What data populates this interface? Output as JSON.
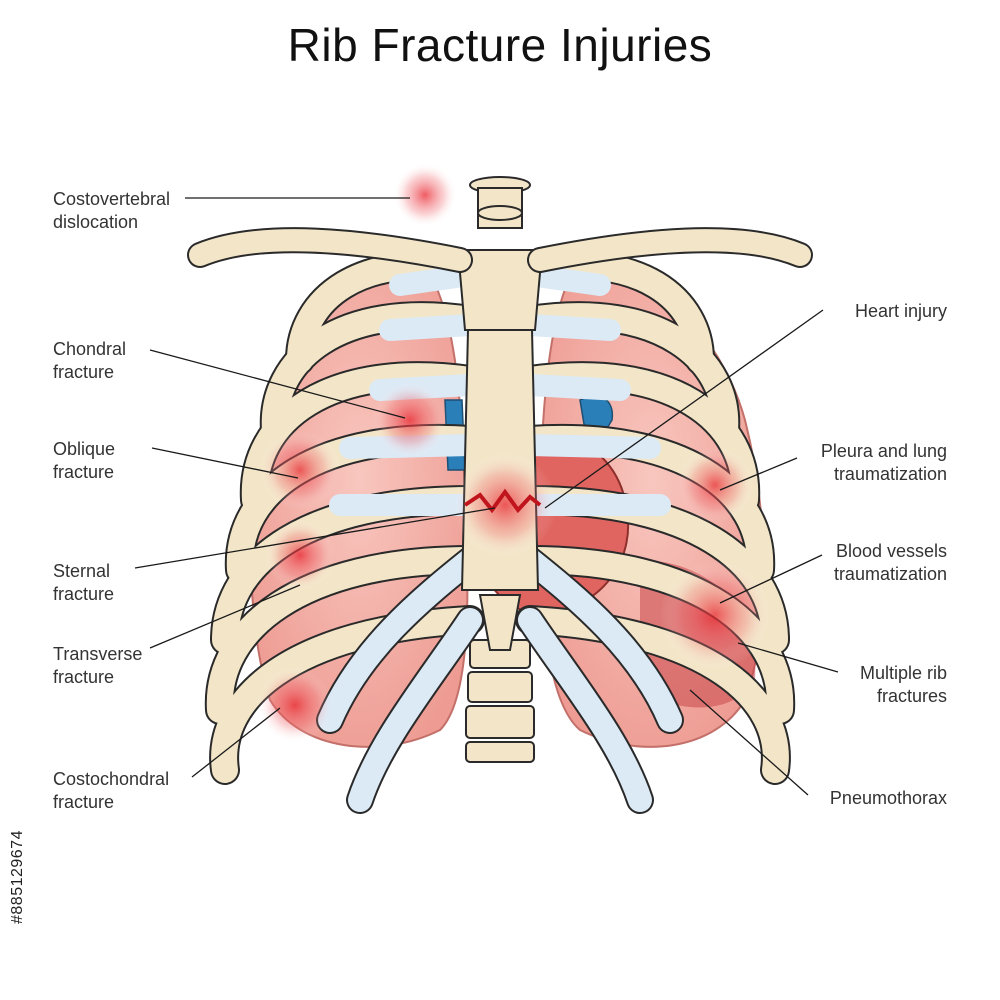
{
  "title": "Rib Fracture Injuries",
  "labels": {
    "costovertebral": "Costovertebral\ndislocation",
    "chondral": "Chondral\nfracture",
    "oblique": "Oblique\nfracture",
    "sternal": "Sternal\nfracture",
    "transverse": "Transverse\nfracture",
    "costochondral": "Costochondral\nfracture",
    "heart": "Heart injury",
    "pleura": "Pleura and lung\ntraumatization",
    "blood": "Blood vessels\ntraumatization",
    "multiple": "Multiple rib\nfractures",
    "pneumothorax": "Pneumothorax"
  },
  "stock_id": "#885129674",
  "colors": {
    "bone": "#f3e6c8",
    "bone_outline": "#2a2a2a",
    "cartilage": "#dceaf6",
    "lung": "#f4b1a8",
    "injury": "#e8262f",
    "vessel": "#2a7fb8"
  }
}
